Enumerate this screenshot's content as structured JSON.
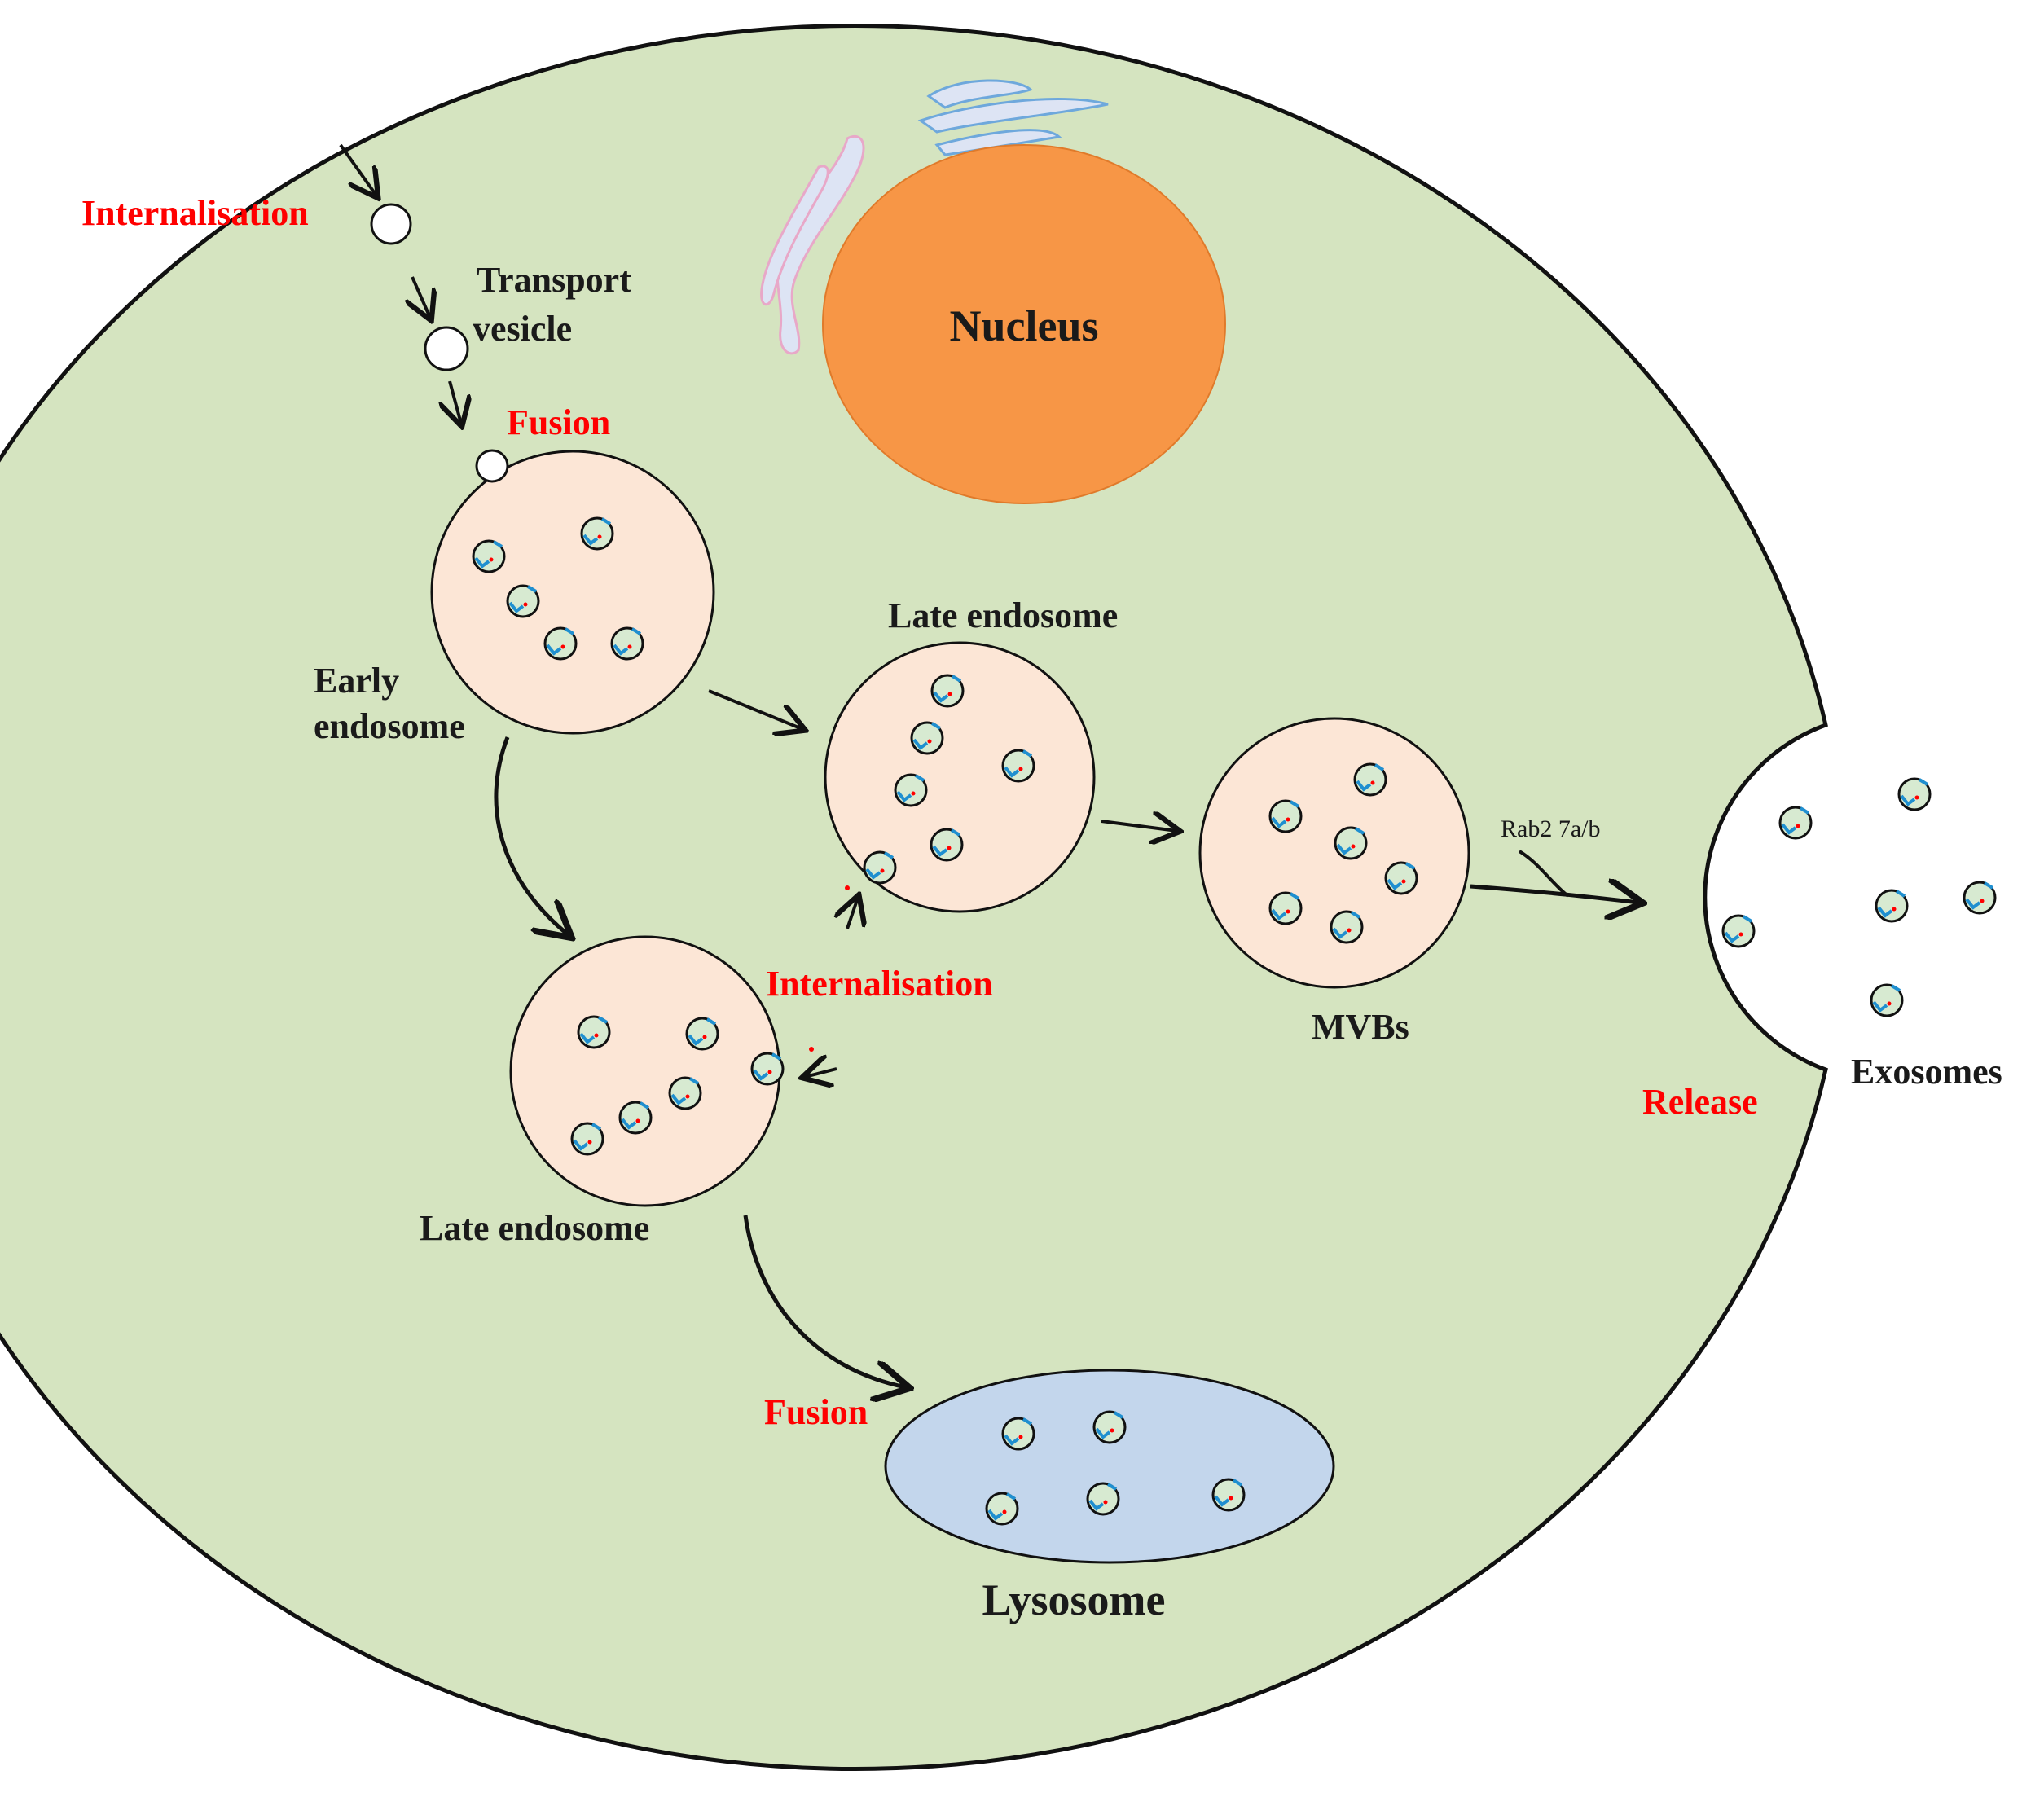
{
  "colors": {
    "cytoplasm": "#d5e4c0",
    "endosome": "#fce6d6",
    "nucleus": "#f79646",
    "lysosome": "#c3d6ec",
    "golgi": "#dde4f4",
    "vesicle": "#d7ead1",
    "marker_blue": "#1f8fd0",
    "marker_red": "#ff0000",
    "text_red": "#ff0000"
  },
  "labels": {
    "internalisation_top": "Internalisation",
    "transport_vesicle_1": "Transport",
    "transport_vesicle_2": "vesicle",
    "fusion_top": "Fusion",
    "nucleus": "Nucleus",
    "early_endosome_1": "Early",
    "early_endosome_2": "endosome",
    "late_endosome_upper": "Late endosome",
    "late_endosome_lower": "Late endosome",
    "internalisation_mid": "Internalisation",
    "mvbs": "MVBs",
    "rab": "Rab2 7a/b",
    "release": "Release",
    "exosomes": "Exosomes",
    "fusion_bottom": "Fusion",
    "lysosome": "Lysosome"
  }
}
